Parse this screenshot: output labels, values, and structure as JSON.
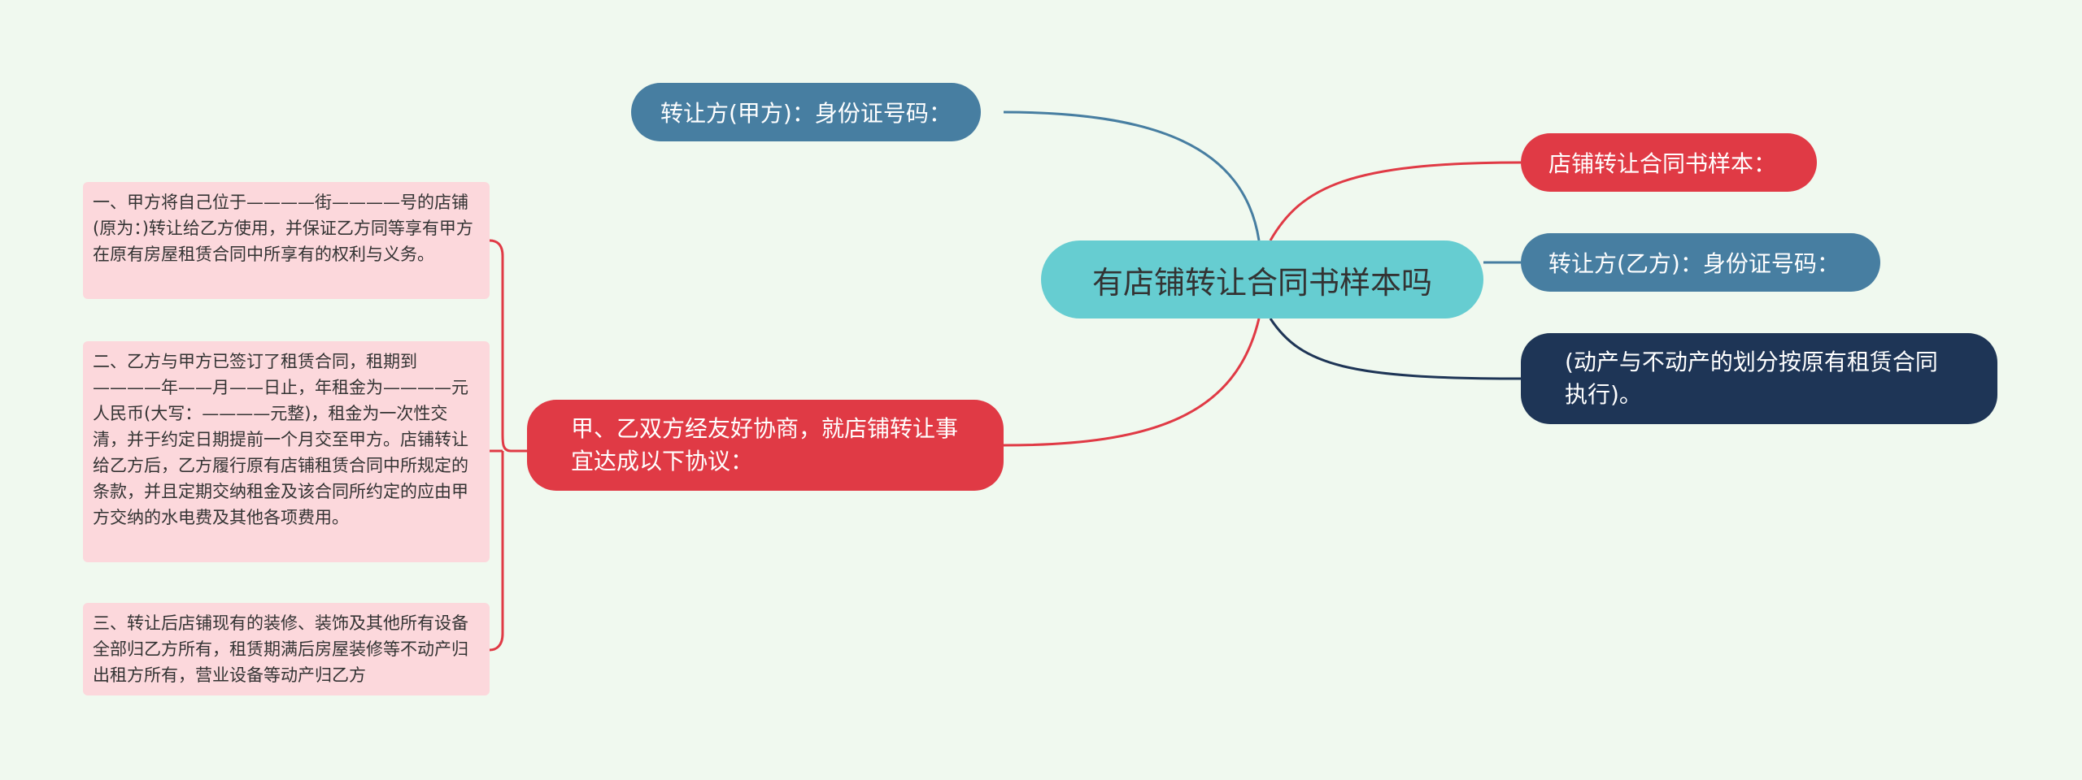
{
  "root": {
    "label": "有店铺转让合同书样本吗"
  },
  "right": [
    {
      "label": "店铺转让合同书样本：",
      "color": "#e03a45"
    },
    {
      "label": "转让方(乙方)：身份证号码：",
      "color": "#477ea1"
    },
    {
      "label": "(动产与不动产的划分按原有租赁合同执行)。",
      "color": "#1e3556"
    }
  ],
  "left": [
    {
      "label": "转让方(甲方)：身份证号码：",
      "color": "#477ea1"
    },
    {
      "label": "甲、乙双方经友好协商，就店铺转让事宜达成以下协议：",
      "color": "#e03a45"
    }
  ],
  "leaves": [
    {
      "text": "一、甲方将自己位于————街————号的店铺(原为：)转让给乙方使用，并保证乙方同等享有甲方在原有房屋租赁合同中所享有的权利与义务。"
    },
    {
      "text": "二、乙方与甲方已签订了租赁合同，租期到————年——月——日止，年租金为————元人民币(大写：————元整)，租金为一次性交清，并于约定日期提前一个月交至甲方。店铺转让给乙方后，乙方履行原有店铺租赁合同中所规定的条款，并且定期交纳租金及该合同所约定的应由甲方交纳的水电费及其他各项费用。"
    },
    {
      "text": "三、转让后店铺现有的装修、装饰及其他所有设备全部归乙方所有，租赁期满后房屋装修等不动产归出租方所有，营业设备等动产归乙方"
    }
  ],
  "colors": {
    "background": "#f0f9ef",
    "root": "#66cdd1",
    "blue": "#477ea1",
    "red": "#e03a45",
    "navy": "#1e3556",
    "leaf": "#fcd8dc"
  }
}
